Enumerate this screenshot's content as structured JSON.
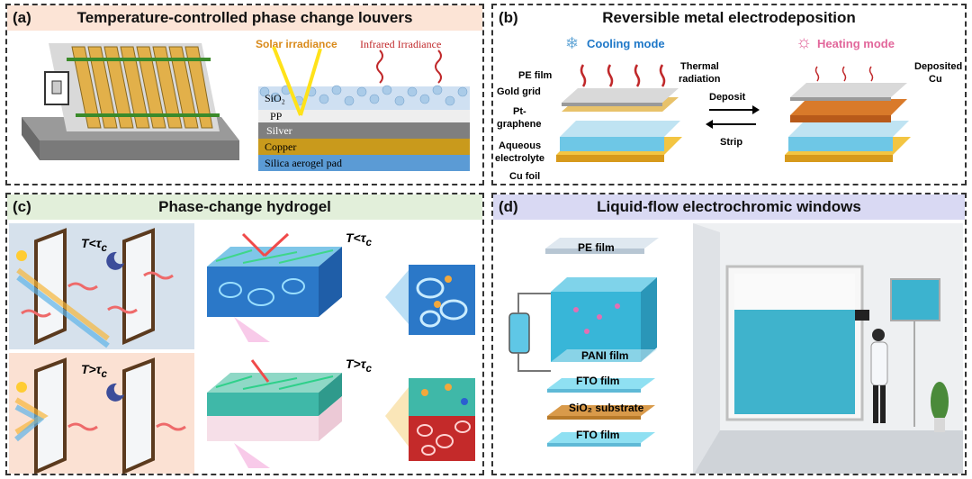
{
  "panels": {
    "a": {
      "label": "(a)",
      "title": "Temperature-controlled phase change louvers",
      "solar": "Solar irradiance",
      "infrared": "Infrared Irradiance",
      "layers": [
        "SiO₂",
        "PP",
        "Silver",
        "Copper",
        "Silica aerogel pad"
      ]
    },
    "b": {
      "label": "(b)",
      "title": "Reversible metal electrodeposition",
      "cooling": "Cooling mode",
      "heating": "Heating mode",
      "pe_film": "PE film",
      "gold_grid": "Gold grid",
      "pt_graphene_1": "Pt-",
      "pt_graphene_2": "graphene",
      "aqueous_1": "Aqueous",
      "aqueous_2": "electrolyte",
      "cu_foil": "Cu foil",
      "thermal_1": "Thermal",
      "thermal_2": "radiation",
      "deposit": "Deposit",
      "strip": "Strip",
      "deposited_1": "Deposited",
      "deposited_2": "Cu"
    },
    "c": {
      "label": "(c)",
      "title": "Phase-change hydrogel",
      "t_less": "T<τ",
      "t_greater": "T>τ",
      "sub": "c"
    },
    "d": {
      "label": "(d)",
      "title": "Liquid-flow electrochromic windows",
      "pe_film": "PE film",
      "pani_film": "PANI film",
      "fto_film_1": "FTO film",
      "sio2_substrate": "SiO₂ substrate",
      "fto_film_2": "FTO film"
    }
  },
  "colors": {
    "header_a": "#fce4d6",
    "header_b": "#ffffff",
    "header_c": "#e2efda",
    "header_d": "#d9d9f3",
    "cooling": "#1f78c8",
    "heating": "#e2679b",
    "solar": "#d98a1a",
    "infrared": "#c0282a"
  }
}
